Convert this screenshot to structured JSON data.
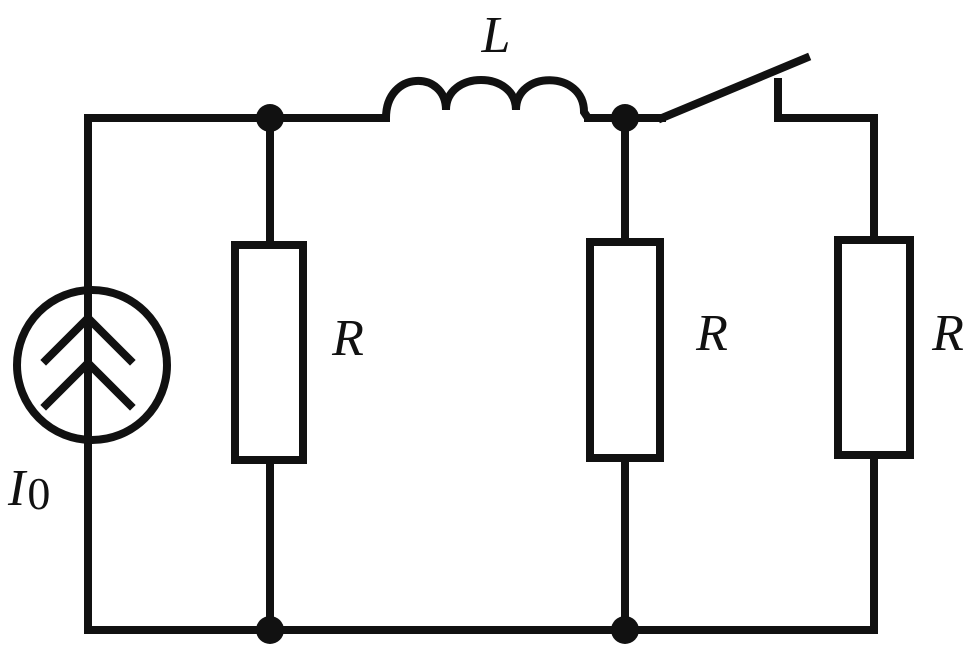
{
  "colors": {
    "ink": "#111111",
    "background": "#ffffff"
  },
  "labels": {
    "inductor": "L",
    "resistor_1": "R",
    "resistor_2": "R",
    "resistor_3": "R",
    "current_source_main": "I",
    "current_source_sub": "0"
  }
}
